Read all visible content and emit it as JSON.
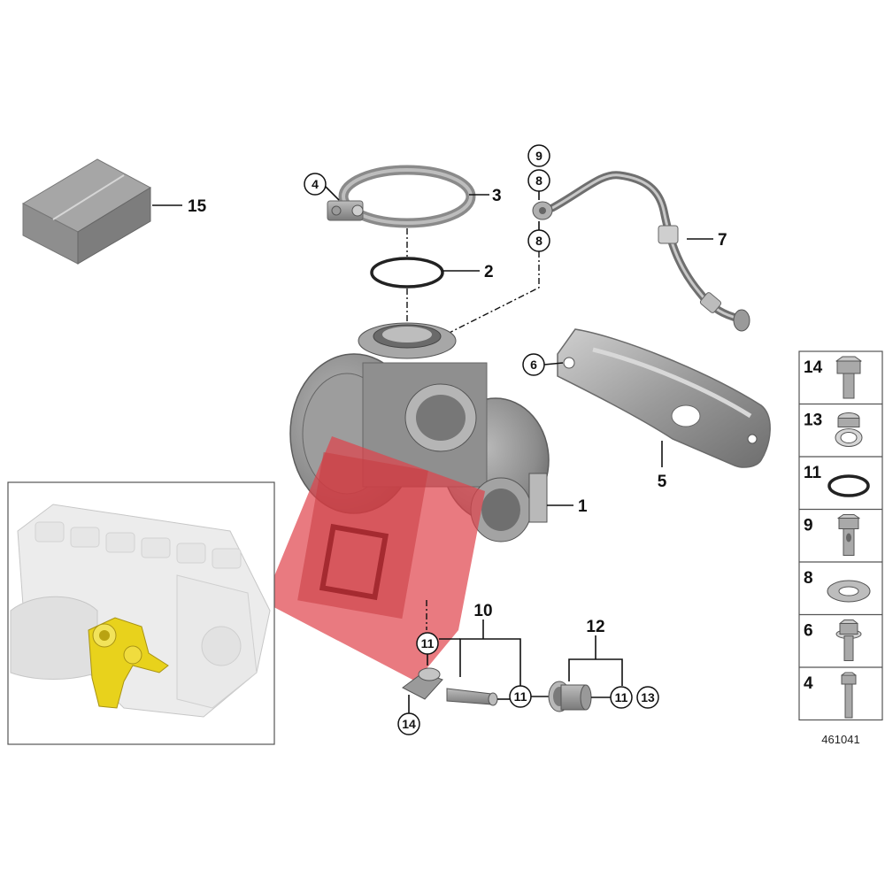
{
  "diagram": {
    "reference_number": "461041",
    "callouts": {
      "turbocharger": "1",
      "sealing_ring": "2",
      "v_band_clamp": "3",
      "clamp_bolt": "4",
      "heat_shield": "5",
      "heat_shield_bolt": "6",
      "oil_feed_line": "7",
      "washer_top": "8",
      "washer_lower": "8",
      "banjo_bolt": "9",
      "return_assembly": "10",
      "oring_actuator": "11",
      "oring_pipe_end": "11",
      "oring_plug_left": "11",
      "oring_plug_right": "11",
      "plug_assembly": "12",
      "plug_end": "13",
      "hollow_screw": "14",
      "repair_kit_box": "15"
    },
    "fastener_table": [
      {
        "num": "14",
        "icon": "hex-bolt-icon"
      },
      {
        "num": "13",
        "icon": "plug-cap-icon"
      },
      {
        "num": "11",
        "icon": "o-ring-icon"
      },
      {
        "num": "9",
        "icon": "banjo-bolt-icon"
      },
      {
        "num": "8",
        "icon": "washer-icon"
      },
      {
        "num": "6",
        "icon": "flange-bolt-icon"
      },
      {
        "num": "4",
        "icon": "long-bolt-icon"
      }
    ],
    "colors": {
      "highlight_red": "#e0424a",
      "engine_highlight_yellow": "#e8d21c",
      "part_gray": "#8a8a8a"
    }
  }
}
